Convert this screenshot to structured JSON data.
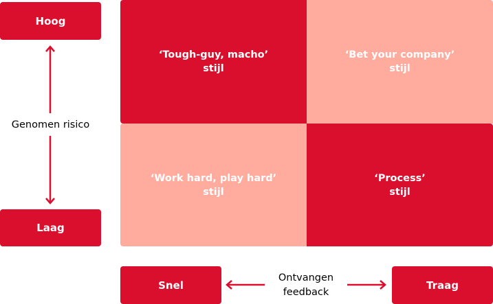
{
  "colors": {
    "dark": "#da0e2d",
    "light": "#ffab9e",
    "text_on_box": "#ffffff",
    "axis_text": "#000000"
  },
  "y_axis": {
    "label": "Genomen risico",
    "high": "Hoog",
    "low": "Laag"
  },
  "x_axis": {
    "label_line1": "Ontvangen",
    "label_line2": "feedback",
    "left": "Snel",
    "right": "Traag"
  },
  "quadrants": [
    {
      "position": "top-left",
      "title": "‘Tough-guy, macho’",
      "suffix": "stijl",
      "shade": "dark"
    },
    {
      "position": "top-right",
      "title": "‘Bet your company’",
      "suffix": "stijl",
      "shade": "light"
    },
    {
      "position": "bottom-left",
      "title": "‘Work hard, play hard’",
      "suffix": "stijl",
      "shade": "light"
    },
    {
      "position": "bottom-right",
      "title": "‘Process’",
      "suffix": "stijl",
      "shade": "dark"
    }
  ]
}
